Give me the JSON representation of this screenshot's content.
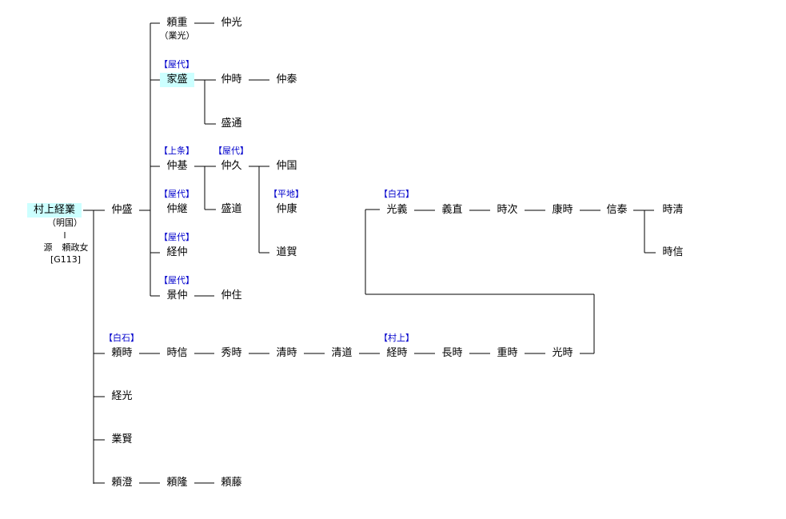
{
  "persons": {
    "murakami_tsunenari": "村上経業",
    "meikoku": "（明国）",
    "minamoto": "源",
    "yorimasa_musume": "頼政女",
    "g113": "[G113]",
    "nakamori": "仲盛",
    "yorishige": "頼重",
    "narimitsu": "（業光）",
    "nakamitsu": "仲光",
    "iemori": "家盛",
    "nakatoki_a": "仲時",
    "nakayasu": "仲泰",
    "moriyuki": "盛通",
    "nakamoto": "仲基",
    "nakahisa": "仲久",
    "nakakuni": "仲国",
    "nakatsugu": "仲継",
    "morimichi": "盛道",
    "nakayasu2": "仲康",
    "michiga": "道賀",
    "tsunenaka": "経仲",
    "kagenaka": "景仲",
    "nakazumi": "仲住",
    "yoritoki": "頼時",
    "tokinobu_a": "時信",
    "hidetoki": "秀時",
    "kiyotoki": "清時",
    "kiyomichi": "清道",
    "tsunetoki": "経時",
    "nagatoki": "長時",
    "shigetoki": "重時",
    "mitsutoki": "光時",
    "tsunemitsu": "経光",
    "narikata": "業賢",
    "yorizumi": "頼澄",
    "yoritaka": "頼隆",
    "yorifuji": "頼藤",
    "mitsuyoshi": "光義",
    "yoshinao": "義直",
    "tokitsugu": "時次",
    "yasutoki": "康時",
    "nobuyasu": "信泰",
    "tokikiyo": "時清",
    "tokinobu_b": "時信"
  },
  "tags": {
    "yashiro_1": "【屋代】",
    "jojo": "【上条】",
    "yashiro_2": "【屋代】",
    "yashiro_3": "【屋代】",
    "heichi": "【平地】",
    "yashiro_4": "【屋代】",
    "yashiro_5": "【屋代】",
    "shiraishi_1": "【白石】",
    "murakami": "【村上】",
    "shiraishi_2": "【白石】"
  },
  "colors": {
    "highlight": "#ccffff",
    "tag_text": "#0000cc",
    "line": "#000000"
  }
}
